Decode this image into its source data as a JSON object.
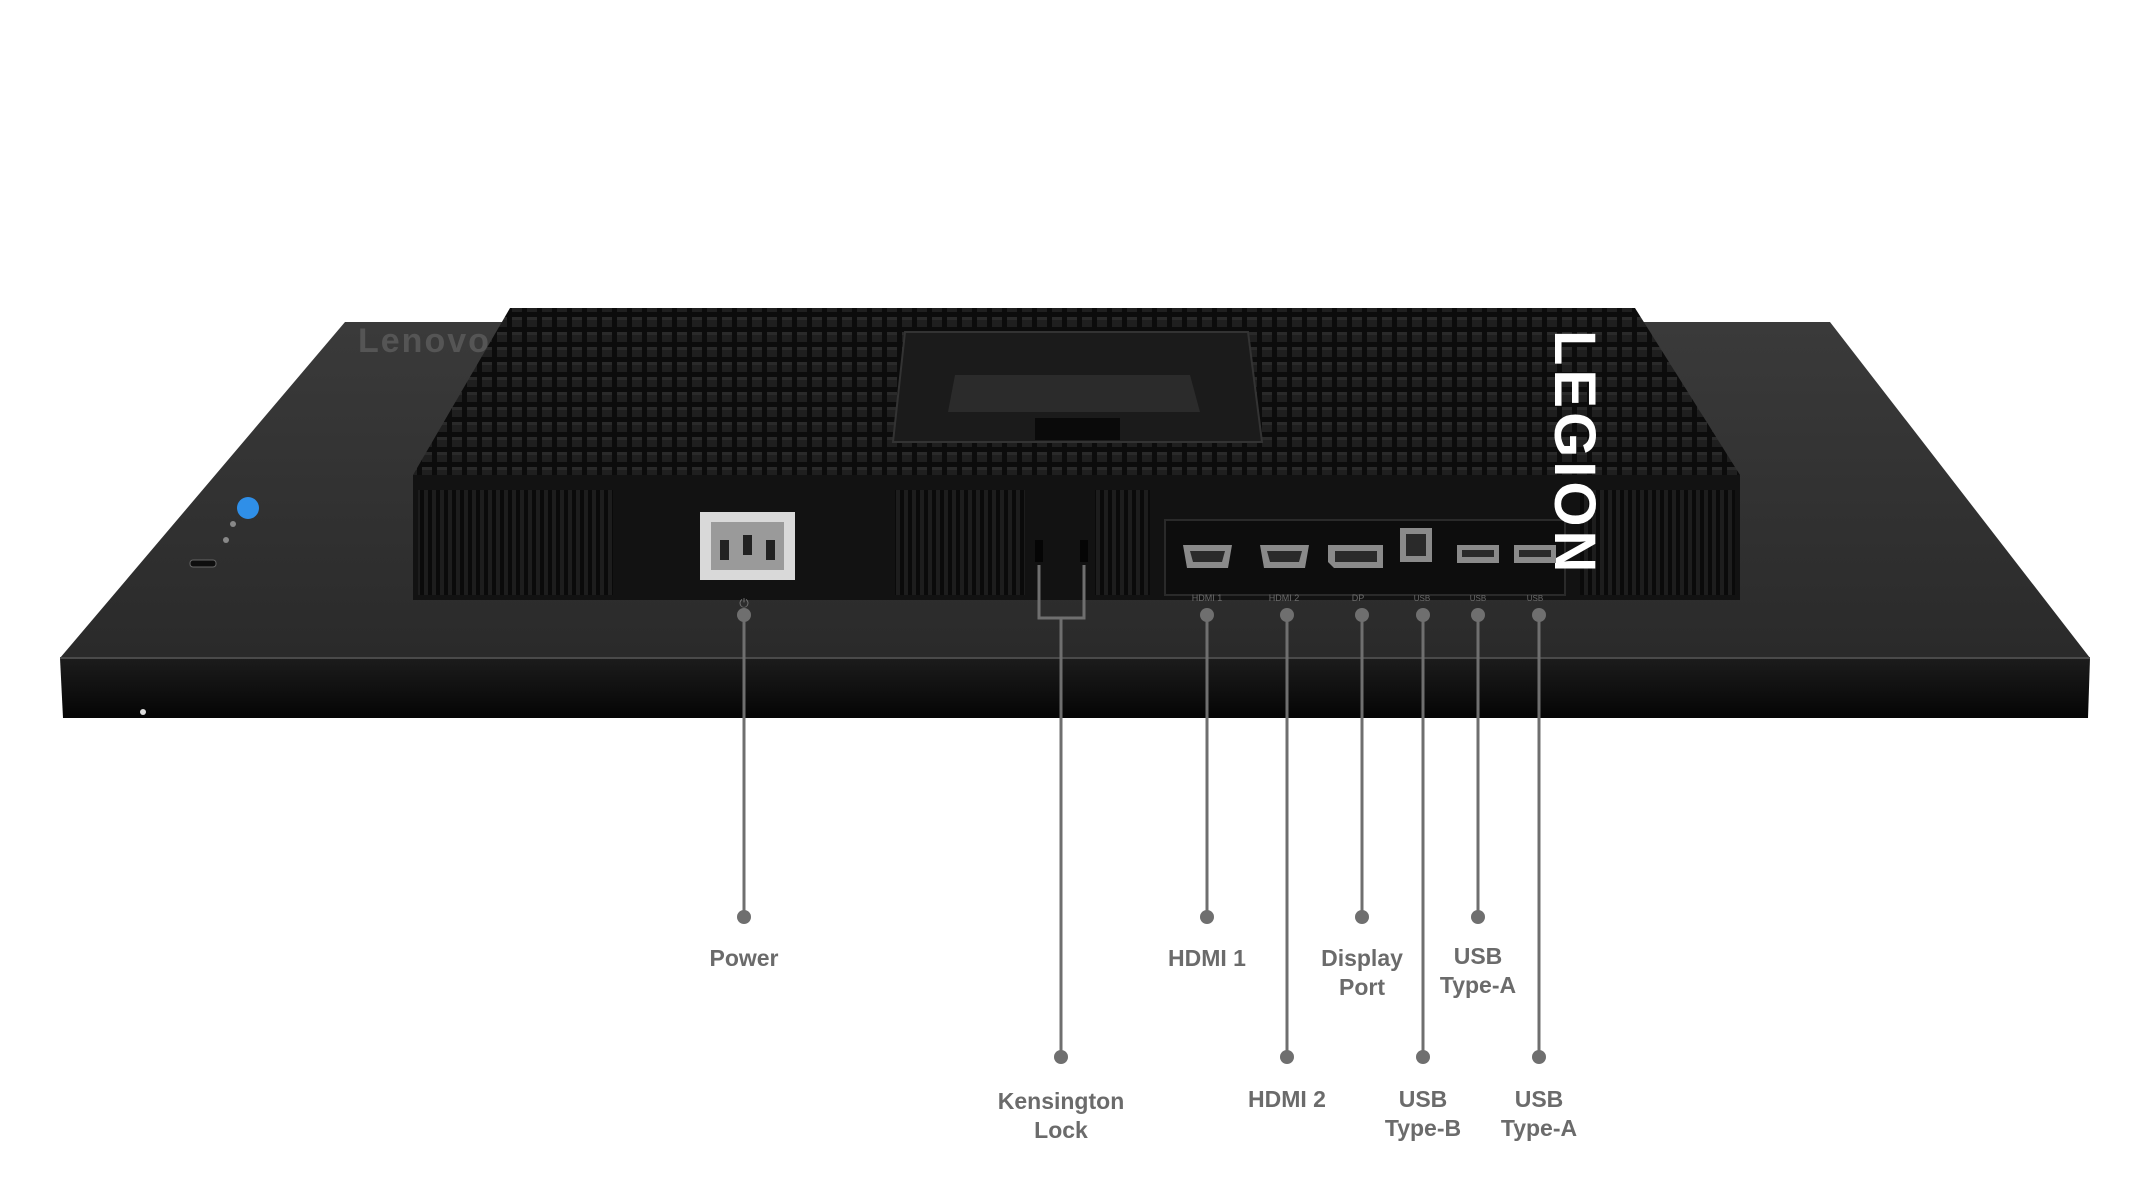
{
  "brand": {
    "front_logo": "Lenovo",
    "rear_logo": "LEGION"
  },
  "colors": {
    "body": "#2b2b2b",
    "panel_dark": "#111111",
    "rear_shell": "#151515",
    "callout_line": "#6f6f6f",
    "label_text": "#6b6b6b",
    "joystick_blue": "#2f8fe8"
  },
  "port_silkscreen": {
    "power": "⏻",
    "hdmi1": "HDMI 1",
    "hdmi2": "HDMI 2",
    "dp": "DP",
    "usb_b": "USB",
    "usb_a1": "USB",
    "usb_a2": "USB"
  },
  "callouts": [
    {
      "id": "power",
      "lines": [
        "Power"
      ]
    },
    {
      "id": "kensington",
      "lines": [
        "Kensington",
        "Lock"
      ]
    },
    {
      "id": "hdmi1",
      "lines": [
        "HDMI 1"
      ]
    },
    {
      "id": "hdmi2",
      "lines": [
        "HDMI 2"
      ]
    },
    {
      "id": "displayport",
      "lines": [
        "Display",
        "Port"
      ]
    },
    {
      "id": "usb-b",
      "lines": [
        "USB",
        "Type-B"
      ]
    },
    {
      "id": "usb-a-1",
      "lines": [
        "USB",
        "Type-A"
      ]
    },
    {
      "id": "usb-a-2",
      "lines": [
        "USB",
        "Type-A"
      ]
    }
  ]
}
